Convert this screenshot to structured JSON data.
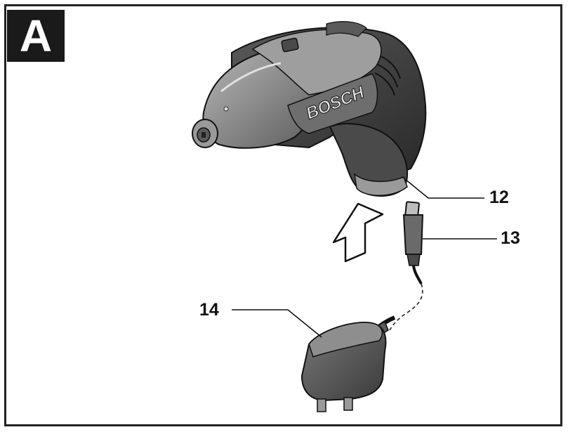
{
  "figure": {
    "label": "A",
    "brand": "BOSCH",
    "callouts": [
      "12",
      "13",
      "14"
    ]
  },
  "colors": {
    "ink": "#1a1a1a",
    "body_dark": "#3a3a3a",
    "body_mid": "#6b6b6b",
    "body_light": "#a8a8a8",
    "highlight": "#d4d4d4"
  },
  "icons": {
    "direction": "upward-arrow-icon"
  }
}
